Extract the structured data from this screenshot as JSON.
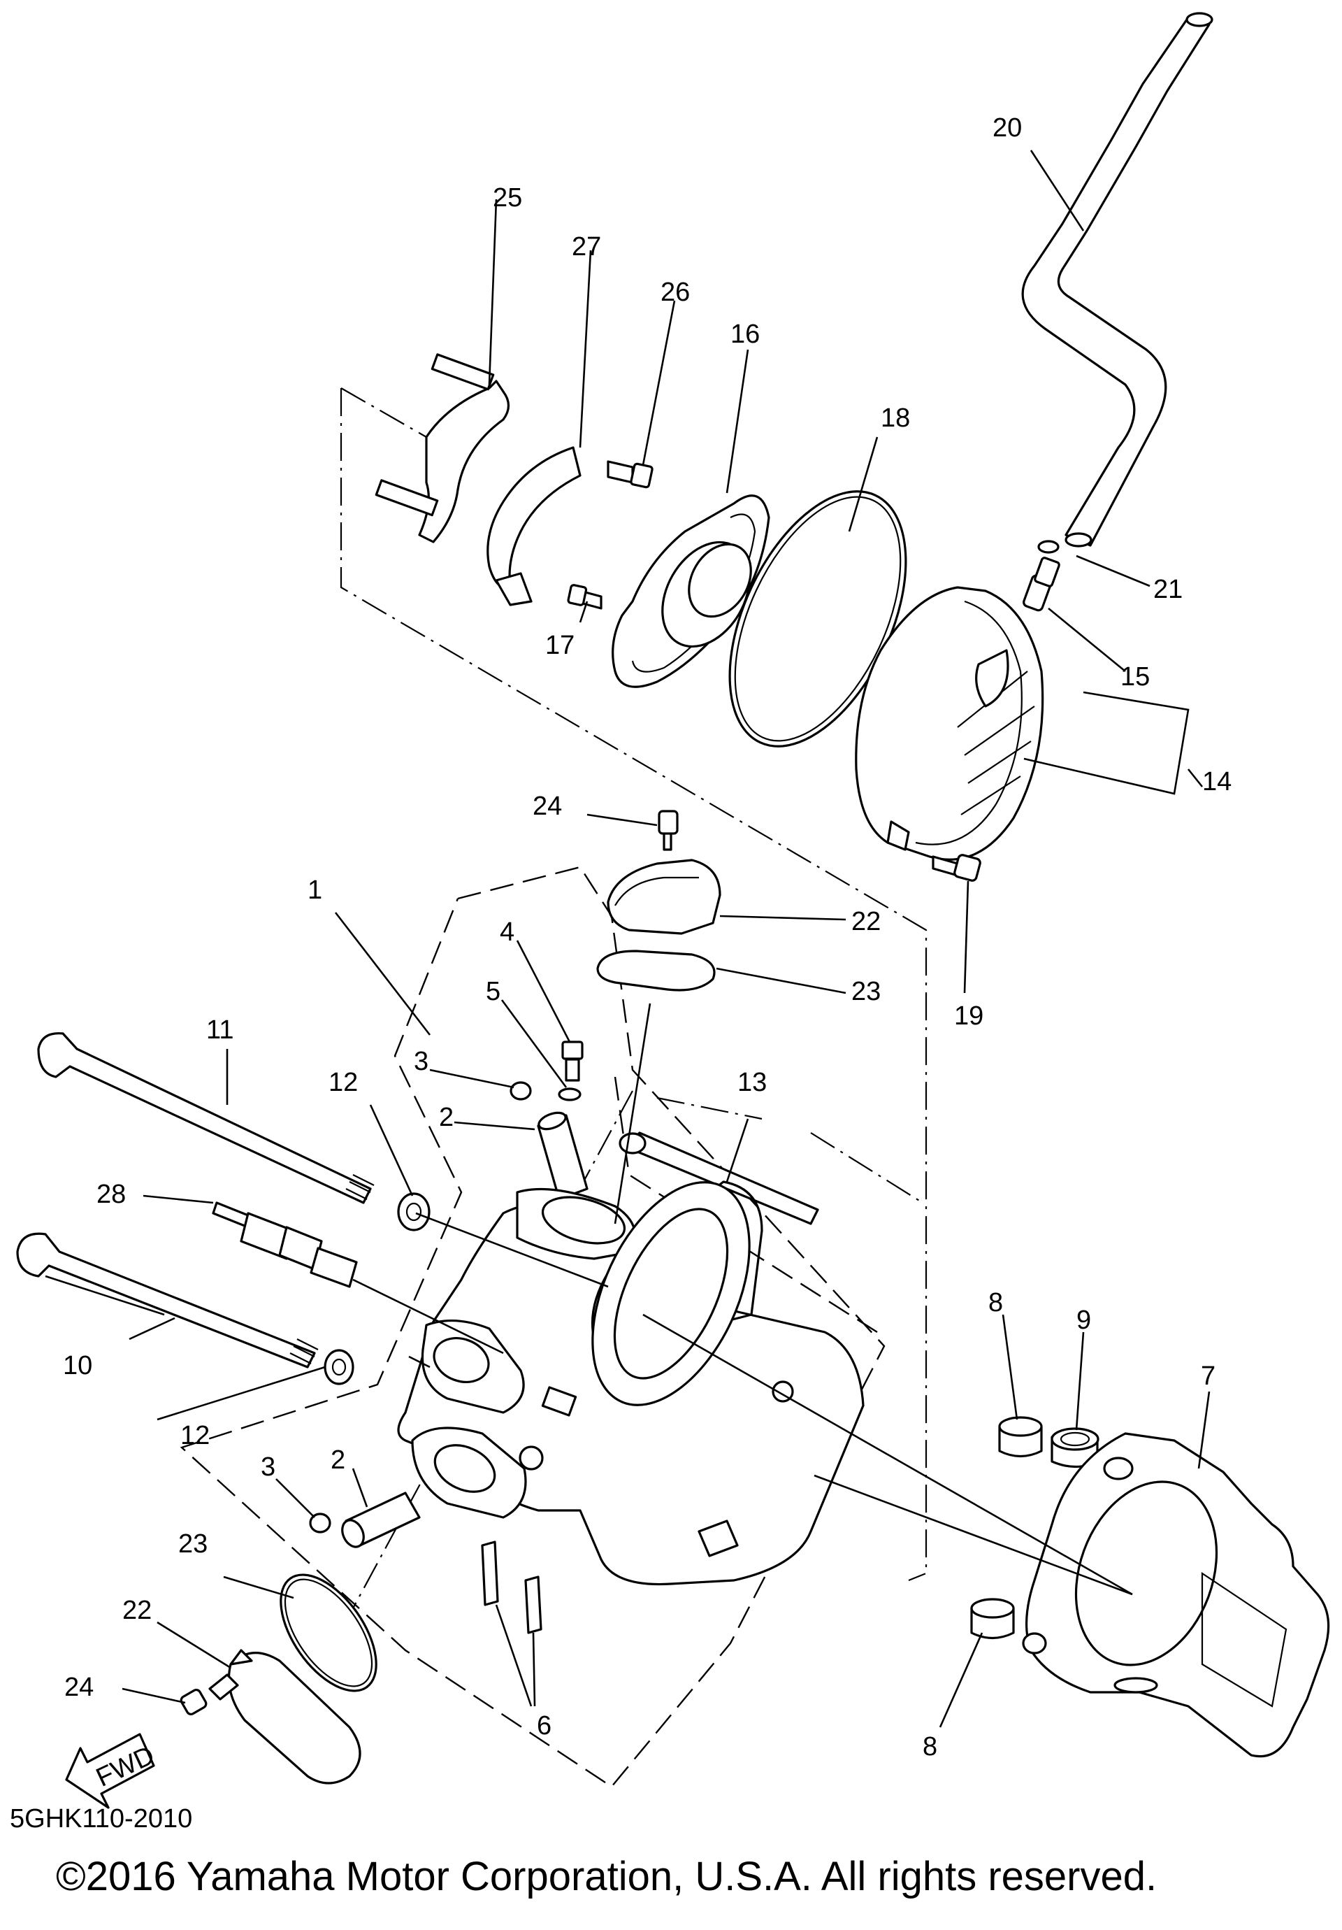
{
  "diagram": {
    "callouts": [
      "1",
      "2",
      "2",
      "3",
      "3",
      "4",
      "5",
      "6",
      "7",
      "8",
      "8",
      "9",
      "10",
      "11",
      "12",
      "12",
      "13",
      "14",
      "15",
      "16",
      "17",
      "18",
      "19",
      "20",
      "21",
      "22",
      "22",
      "23",
      "23",
      "24",
      "24",
      "25",
      "26",
      "27",
      "28"
    ],
    "fwd_label": "FWD"
  },
  "footer": {
    "code": "5GHK110-2010",
    "copyright": "©2016 Yamaha Motor Corporation, U.S.A. All rights reserved."
  }
}
